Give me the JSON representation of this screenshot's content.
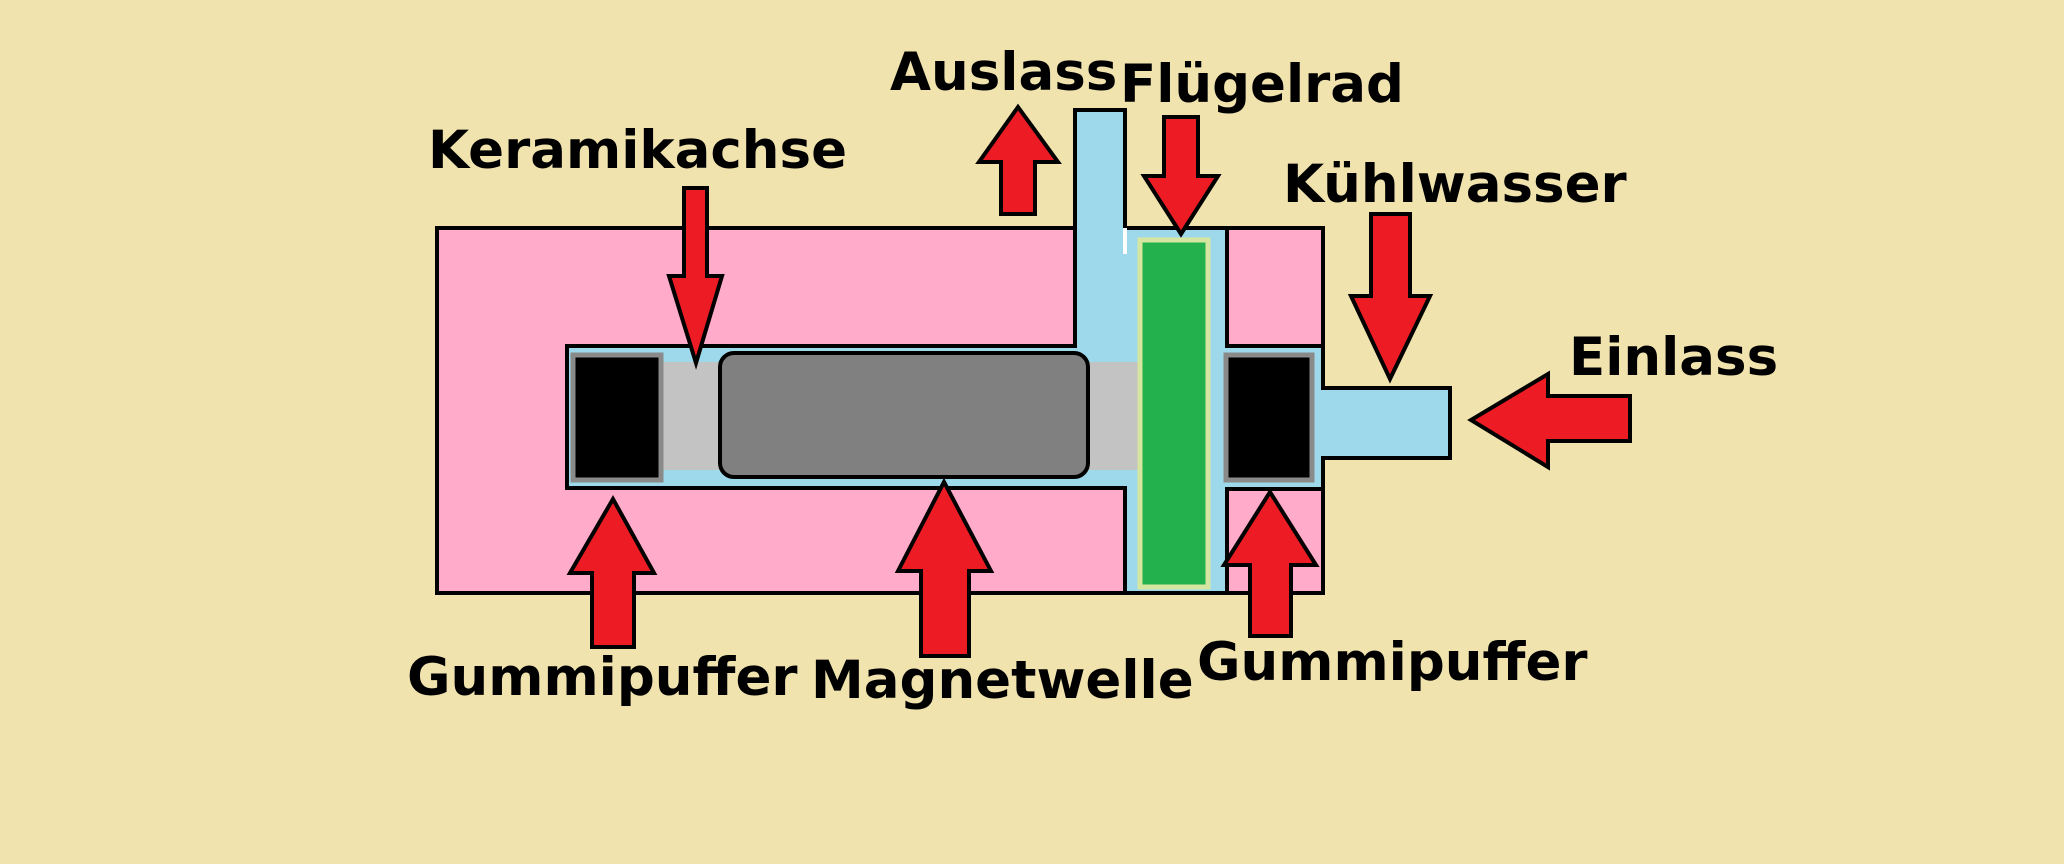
{
  "colors": {
    "background": "#f0e3ae",
    "housing": "#ffabc9",
    "coolant": "#9dd9eb",
    "impeller": "#22b14c",
    "magnet_shaft": "#808080",
    "ceramic_axle": "#c3c3c3",
    "rubber_buffer": "#000000",
    "arrow": "#ed1c24"
  },
  "labels": {
    "keramikachse": "Keramikachse",
    "auslass": "Auslass",
    "fluegelrad": "Flügelrad",
    "kuehlwasser": "Kühlwasser",
    "einlass": "Einlass",
    "gummipuffer_left": "Gummipuffer",
    "magnetwelle": "Magnetwelle",
    "gummipuffer_right": "Gummipuffer"
  }
}
